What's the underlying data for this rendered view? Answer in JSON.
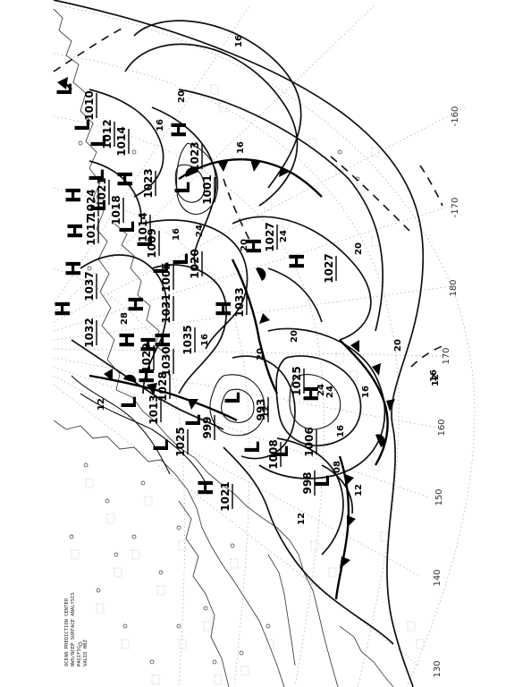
{
  "chart": {
    "credit_lines": [
      "OCEAN PREDICTION CENTER",
      "NWS/NCEP SURFACE ANALYSIS",
      "PACIFIC",
      "VALID 00Z"
    ]
  },
  "longitude_labels": [
    "-160",
    "-170",
    "180",
    "170",
    "160",
    "150",
    "140",
    "130"
  ],
  "pressure_centres": [
    {
      "type": "H",
      "value": "1032"
    },
    {
      "type": "H",
      "value": "1037"
    },
    {
      "type": "H",
      "value": "1023"
    },
    {
      "type": "H",
      "value": "1024"
    },
    {
      "type": "H",
      "value": "1017"
    },
    {
      "type": "L",
      "value": "1012"
    },
    {
      "type": "L",
      "value": "1014"
    },
    {
      "type": "L",
      "value": "1010"
    },
    {
      "type": "L",
      "value": "1018"
    },
    {
      "type": "L",
      "value": "1021"
    },
    {
      "type": "H",
      "value": "1023"
    },
    {
      "type": "L",
      "value": "1014"
    },
    {
      "type": "L",
      "value": "1009"
    },
    {
      "type": "L",
      "value": "1005"
    },
    {
      "type": "L",
      "value": "1020"
    },
    {
      "type": "H",
      "value": "1031"
    },
    {
      "type": "H",
      "value": "1033"
    },
    {
      "type": "L",
      "value": "1001"
    },
    {
      "type": "H",
      "value": "1027"
    },
    {
      "type": "H",
      "value": "1027"
    },
    {
      "type": "H",
      "value": "1029"
    },
    {
      "type": "H",
      "value": "1030"
    },
    {
      "type": "H",
      "value": "1028"
    },
    {
      "type": "H",
      "value": "1035"
    },
    {
      "type": "L",
      "value": "1013"
    },
    {
      "type": "L",
      "value": "1025"
    },
    {
      "type": "L",
      "value": "999"
    },
    {
      "type": "L",
      "value": "993"
    },
    {
      "type": "L",
      "value": "1008"
    },
    {
      "type": "L",
      "value": "1006"
    },
    {
      "type": "H",
      "value": "1025"
    },
    {
      "type": "L",
      "value": "998"
    },
    {
      "type": "H",
      "value": "1021"
    }
  ],
  "isobar_labels": [
    "16",
    "20",
    "16",
    "16",
    "20",
    "24",
    "20",
    "16",
    "12",
    "12",
    "16",
    "20",
    "24",
    "16",
    "12",
    "08",
    "24",
    "20",
    "16",
    "12",
    "28",
    "24",
    "16",
    "20",
    "12"
  ],
  "map_colors": {
    "ink": "#111111",
    "grid": "#9a9a9a",
    "coast": "#444444",
    "paper": "#ffffff"
  }
}
